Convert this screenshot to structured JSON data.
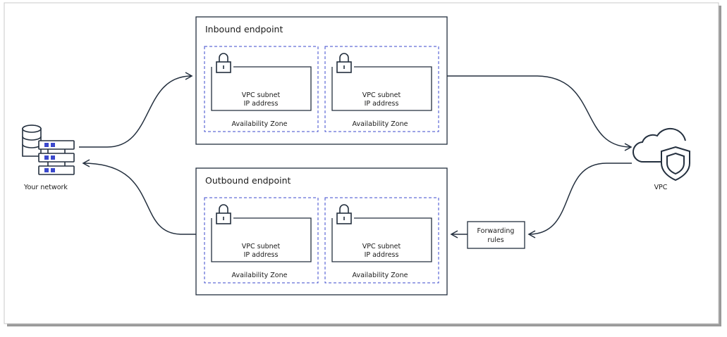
{
  "inbound": {
    "title": "Inbound endpoint",
    "zones": [
      {
        "subnet": "VPC subnet",
        "ip": "IP address",
        "zone": "Availability Zone"
      },
      {
        "subnet": "VPC subnet",
        "ip": "IP address",
        "zone": "Availability Zone"
      }
    ]
  },
  "outbound": {
    "title": "Outbound endpoint",
    "zones": [
      {
        "subnet": "VPC subnet",
        "ip": "IP address",
        "zone": "Availability Zone"
      },
      {
        "subnet": "VPC subnet",
        "ip": "IP address",
        "zone": "Availability Zone"
      }
    ]
  },
  "network": {
    "label": "Your network",
    "icon": "server-stack-icon"
  },
  "vpc": {
    "label": "VPC",
    "icon": "cloud-shield-icon"
  },
  "forwarding": {
    "line1": "Forwarding",
    "line2": "rules"
  },
  "colors": {
    "line": "#232f3e",
    "dash": "#3b48cc",
    "frame": "#5a5a5a"
  }
}
